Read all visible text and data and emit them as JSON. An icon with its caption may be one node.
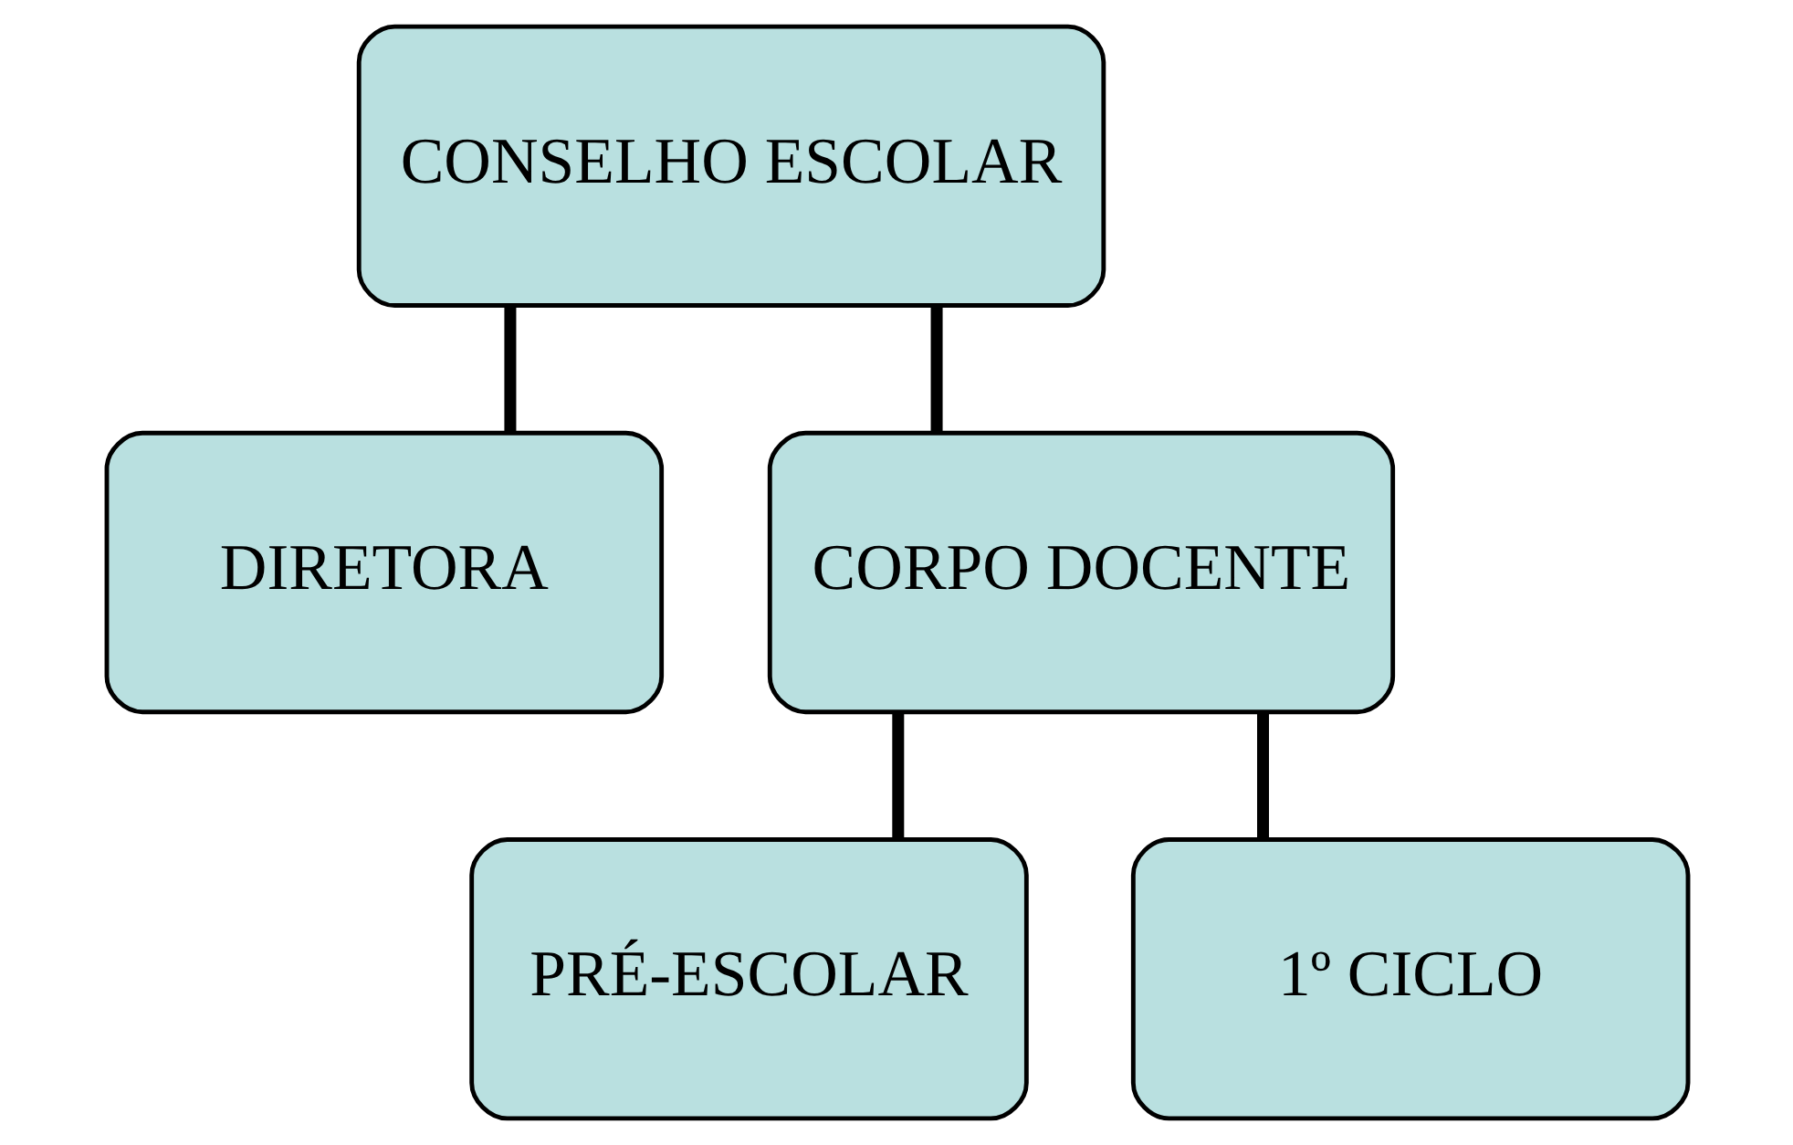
{
  "diagram": {
    "nodes": [
      {
        "text": [
          "CONSELHO ESCOLAR"
        ]
      },
      {
        "text": [
          "DIRETORA"
        ]
      },
      {
        "text": [
          "CORPO DOCENTE"
        ]
      },
      {
        "text": [
          "PRÉ-ESCOLAR"
        ]
      },
      {
        "text": [
          "1º CICLO"
        ]
      }
    ],
    "edges": [
      {
        "from": 0,
        "to": 1,
        "arrow": "none"
      },
      {
        "from": 0,
        "to": 2,
        "arrow": "none"
      },
      {
        "from": 2,
        "to": 3,
        "arrow": "none"
      },
      {
        "from": 2,
        "to": 4,
        "arrow": "none"
      }
    ]
  }
}
